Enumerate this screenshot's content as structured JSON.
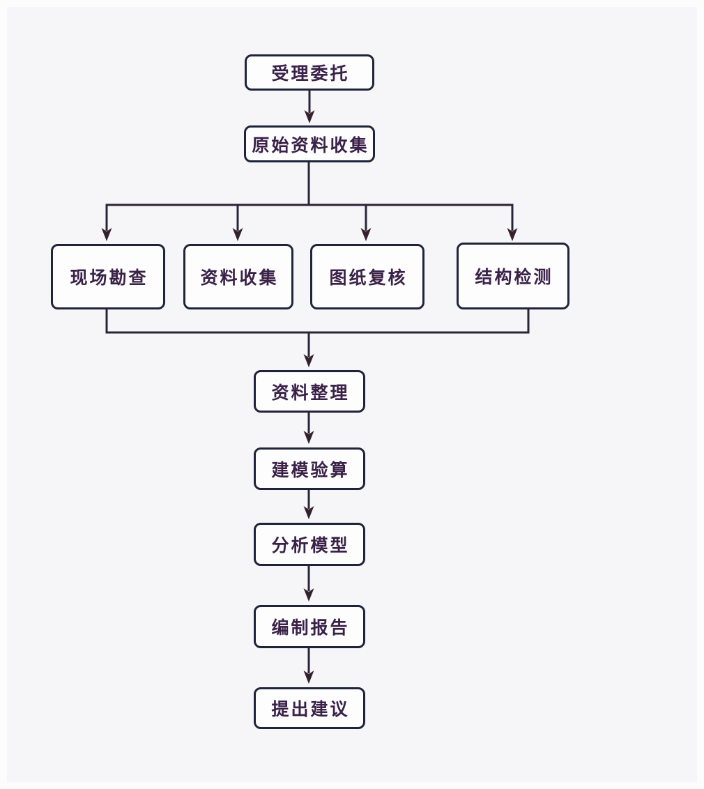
{
  "diagram": {
    "type": "flowchart",
    "direction": "top-down",
    "colors": {
      "background": "#f6f6f8",
      "node_fill": "#fdfdfe",
      "node_border": "#20243a",
      "line": "#2b2438",
      "arrow": "#33222c",
      "text": "#3a2148"
    },
    "nodes": {
      "accept_commission": {
        "label": "受理委托"
      },
      "original_data_collection": {
        "label": "原始资料收集"
      },
      "site_survey": {
        "label": "现场勘查"
      },
      "data_collection": {
        "label": "资料收集"
      },
      "drawing_review": {
        "label": "图纸复核"
      },
      "structure_inspection": {
        "label": "结构检测"
      },
      "data_organization": {
        "label": "资料整理"
      },
      "modeling_verification": {
        "label": "建模验算"
      },
      "analysis_model": {
        "label": "分析模型"
      },
      "report_compilation": {
        "label": "编制报告"
      },
      "propose_suggestions": {
        "label": "提出建议"
      }
    },
    "edges": [
      {
        "from": "accept_commission",
        "to": "original_data_collection"
      },
      {
        "from": "original_data_collection",
        "to": "site_survey"
      },
      {
        "from": "original_data_collection",
        "to": "data_collection"
      },
      {
        "from": "original_data_collection",
        "to": "drawing_review"
      },
      {
        "from": "original_data_collection",
        "to": "structure_inspection"
      },
      {
        "from": "site_survey",
        "to": "data_organization"
      },
      {
        "from": "structure_inspection",
        "to": "data_organization"
      },
      {
        "from": "data_organization",
        "to": "modeling_verification"
      },
      {
        "from": "modeling_verification",
        "to": "analysis_model"
      },
      {
        "from": "analysis_model",
        "to": "report_compilation"
      },
      {
        "from": "report_compilation",
        "to": "propose_suggestions"
      }
    ]
  }
}
